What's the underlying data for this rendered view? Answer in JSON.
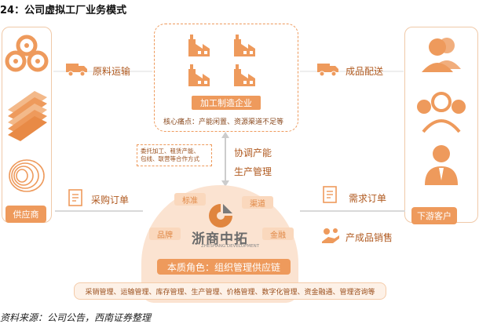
{
  "figure": {
    "title": "24：公司虚拟工厂业务模式",
    "source": "资料来源：公司公告，西南证券整理"
  },
  "left_panel": {
    "label": "供应商"
  },
  "right_panel": {
    "label": "下游客户"
  },
  "factory": {
    "label": "加工制造企业",
    "note": "核心痛点：产能闲置、资源渠道不足等"
  },
  "flows": {
    "raw_material": "原料运输",
    "product_delivery": "成品配送",
    "coordinate_capacity": "协调产能",
    "production_management": "生产管理",
    "purchase_order": "采购订单",
    "demand_order": "需求订单",
    "product_sales": "产成品销售"
  },
  "outsourcing_note": {
    "line1": "委托加工、租赁产能、",
    "line2": "包线、联营等合作方式"
  },
  "hub": {
    "tags": {
      "standard": "标准",
      "channel": "渠道",
      "brand": "品牌",
      "finance": "金融"
    },
    "company_name": "浙商中拓",
    "company_name_en": "ZHESHANG DEVELOPMENT",
    "role": "本质角色：组织管理供应链"
  },
  "services": "采销管理、运输管理、库存管理、生产管理、价格管理、数字化管理、资金融通、管理咨询等",
  "colors": {
    "accent": "#ee9a5c",
    "accent_dark": "#b05a20",
    "panel_border": "#f0c9a8",
    "hub_bg": "#fbe3d1"
  },
  "icons": [
    "coil-stack-icon",
    "steel-plate-icon",
    "wire-coil-icon",
    "truck-icon",
    "factory-icon",
    "people-icon",
    "customer-icon",
    "order-doc-icon",
    "hand-coin-icon"
  ]
}
